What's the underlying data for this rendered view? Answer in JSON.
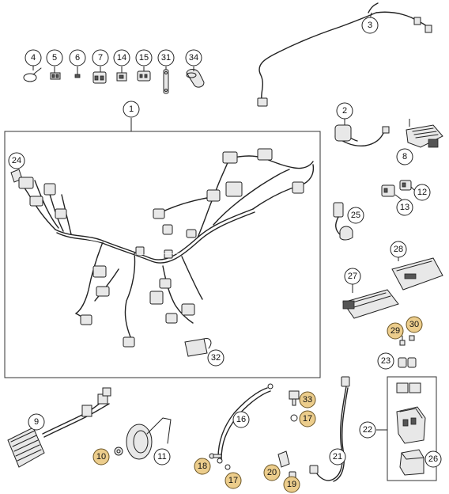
{
  "callouts": {
    "c1": "1",
    "c2": "2",
    "c3": "3",
    "c4": "4",
    "c5": "5",
    "c6": "6",
    "c7": "7",
    "c8": "8",
    "c9": "9",
    "c10": "10",
    "c11": "11",
    "c12": "12",
    "c13": "13",
    "c14": "14",
    "c15": "15",
    "c16": "16",
    "c17a": "17",
    "c17b": "17",
    "c18": "18",
    "c19": "19",
    "c20": "20",
    "c21": "21",
    "c22": "22",
    "c23": "23",
    "c24": "24",
    "c25": "25",
    "c26": "26",
    "c27": "27",
    "c28": "28",
    "c29": "29",
    "c30": "30",
    "c31": "31",
    "c32": "32",
    "c33": "33",
    "c34": "34"
  },
  "style": {
    "line_color": "#222222",
    "callout_fill": "#ffffff",
    "callout_tan_fill": "#eccd8c"
  }
}
